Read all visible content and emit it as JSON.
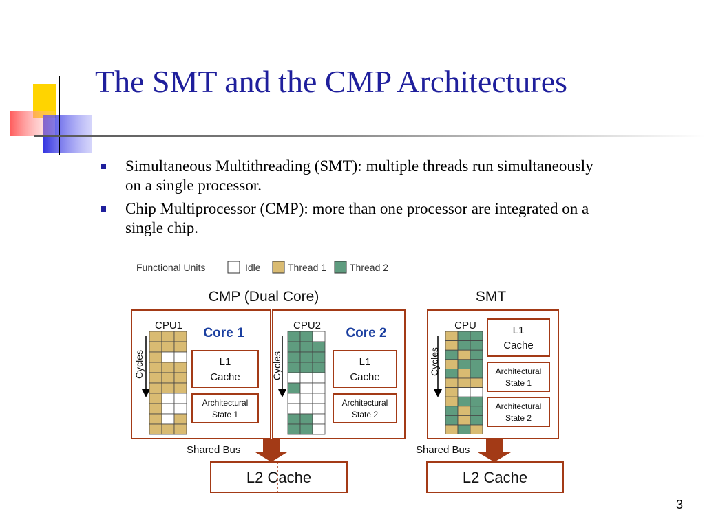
{
  "slide": {
    "title": "The SMT and the CMP Architectures",
    "bullets": [
      "Simultaneous Multithreading (SMT): multiple threads run simultaneously on a single processor.",
      "Chip Multiprocessor (CMP): more than one processor are integrated on a single chip."
    ],
    "page_number": "3"
  },
  "figure": {
    "legend": {
      "heading": "Functional Units",
      "idle": "Idle",
      "thread1": "Thread 1",
      "thread2": "Thread 2"
    },
    "colors": {
      "frame": "#a33a16",
      "thread1": "#d9bb72",
      "thread2": "#5f9c7f",
      "idle": "#ffffff",
      "core_label": "#1b3fa0",
      "arrow": "#a33a16"
    },
    "cmp": {
      "heading": "CMP (Dual Core)",
      "core1": {
        "cpu_label": "CPU1",
        "core_label": "Core 1",
        "cache": [
          "L1",
          "Cache"
        ],
        "state": [
          "Architectural",
          "State 1"
        ]
      },
      "core2": {
        "cpu_label": "CPU2",
        "core_label": "Core 2",
        "cache": [
          "L1",
          "Cache"
        ],
        "state": [
          "Architectural",
          "State 2"
        ]
      },
      "cycles_label": "Cycles",
      "bus_label": "Shared Bus",
      "l2_label": "L2 Cache",
      "grid1": [
        "111",
        "111",
        "100",
        "111",
        "111",
        "111",
        "100",
        "100",
        "101",
        "111"
      ],
      "grid2": [
        "220",
        "222",
        "222",
        "222",
        "000",
        "200",
        "000",
        "000",
        "220",
        "220"
      ]
    },
    "smt": {
      "heading": "SMT",
      "cpu_label": "CPU",
      "cache": [
        "L1",
        "Cache"
      ],
      "state1": [
        "Architectural",
        "State 1"
      ],
      "state2": [
        "Architectural",
        "State 2"
      ],
      "cycles_label": "Cycles",
      "bus_label": "Shared Bus",
      "l2_label": "L2 Cache",
      "grid": [
        "122",
        "122",
        "212",
        "122",
        "212",
        "111",
        "100",
        "122",
        "212",
        "212",
        "121"
      ]
    }
  }
}
